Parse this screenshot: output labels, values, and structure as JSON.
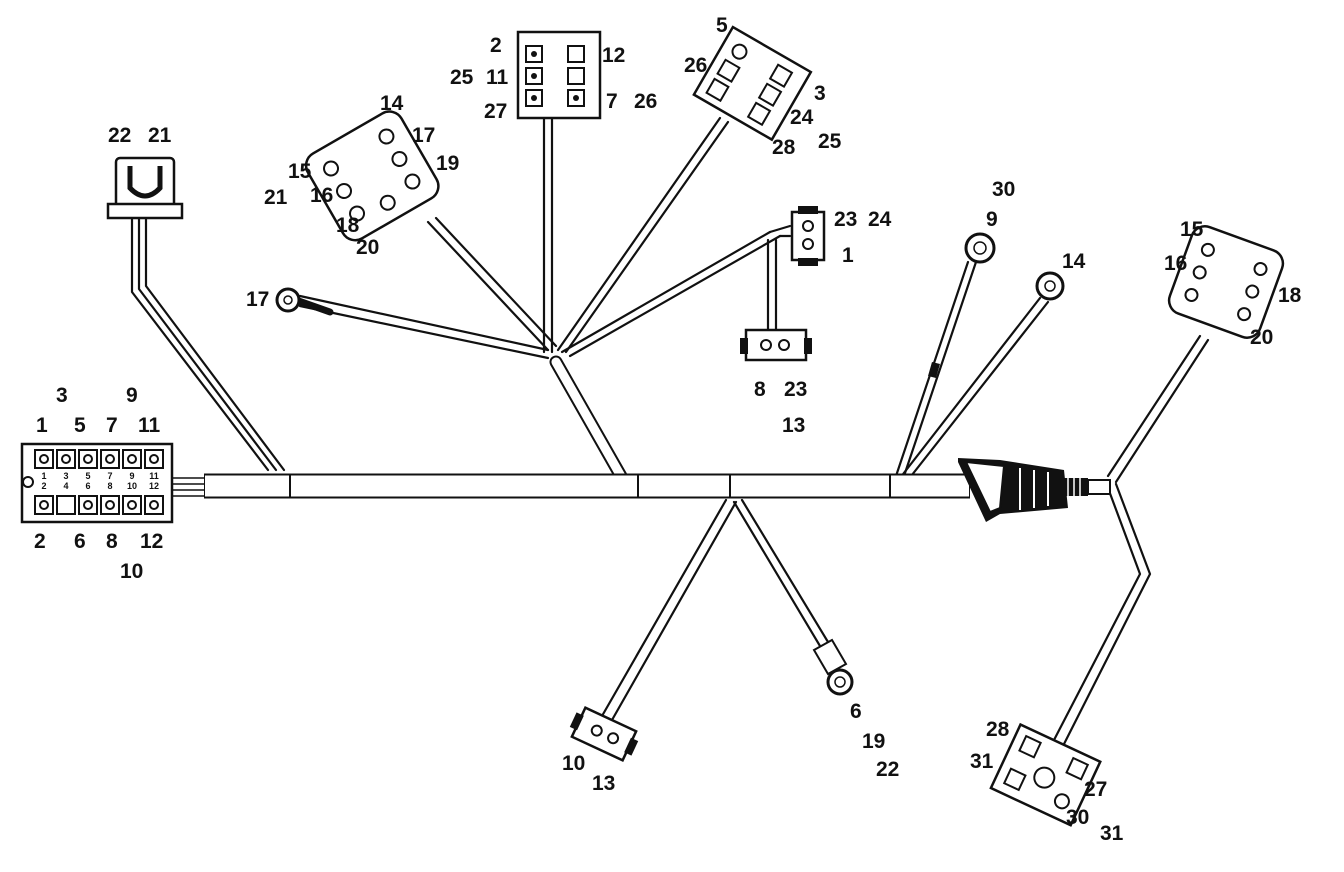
{
  "diagram": {
    "labels": {
      "l22": "22",
      "l21": "21",
      "l14a": "14",
      "l17a": "17",
      "l15a": "15",
      "l19a": "19",
      "l21b": "21",
      "l16a": "16",
      "l18a": "18",
      "l20a": "20",
      "l2a": "2",
      "l12a": "12",
      "l25a": "25",
      "l11a": "11",
      "l27a": "27",
      "l7a": "7",
      "l26a": "26",
      "l5a": "5",
      "l26b": "26",
      "l3a": "3",
      "l24a": "24",
      "l25b": "25",
      "l28a": "28",
      "l17b": "17",
      "l23a": "23",
      "l24b": "24",
      "l1a": "1",
      "l8a": "8",
      "l23b": "23",
      "l13a": "13",
      "l30a": "30",
      "l9a": "9",
      "l14b": "14",
      "l15b": "15",
      "l16b": "16",
      "l18b": "18",
      "l20b": "20",
      "l3b": "3",
      "l9b": "9",
      "l1b": "1",
      "l5b": "5",
      "l7b": "7",
      "l11b": "11",
      "l2b": "2",
      "l6a": "6",
      "l8b": "8",
      "l12b": "12",
      "l10a": "10",
      "l10b": "10",
      "l13b": "13",
      "l6b": "6",
      "l19b": "19",
      "l22b": "22",
      "l28b": "28",
      "l31a": "31",
      "l27b": "27",
      "l30b": "30",
      "l31b": "31"
    },
    "main_block_pin_numbers_top": [
      "1",
      "3",
      "5",
      "7",
      "9",
      "11"
    ],
    "main_block_pin_numbers_bottom": [
      "2",
      "4",
      "6",
      "8",
      "10",
      "12"
    ]
  }
}
